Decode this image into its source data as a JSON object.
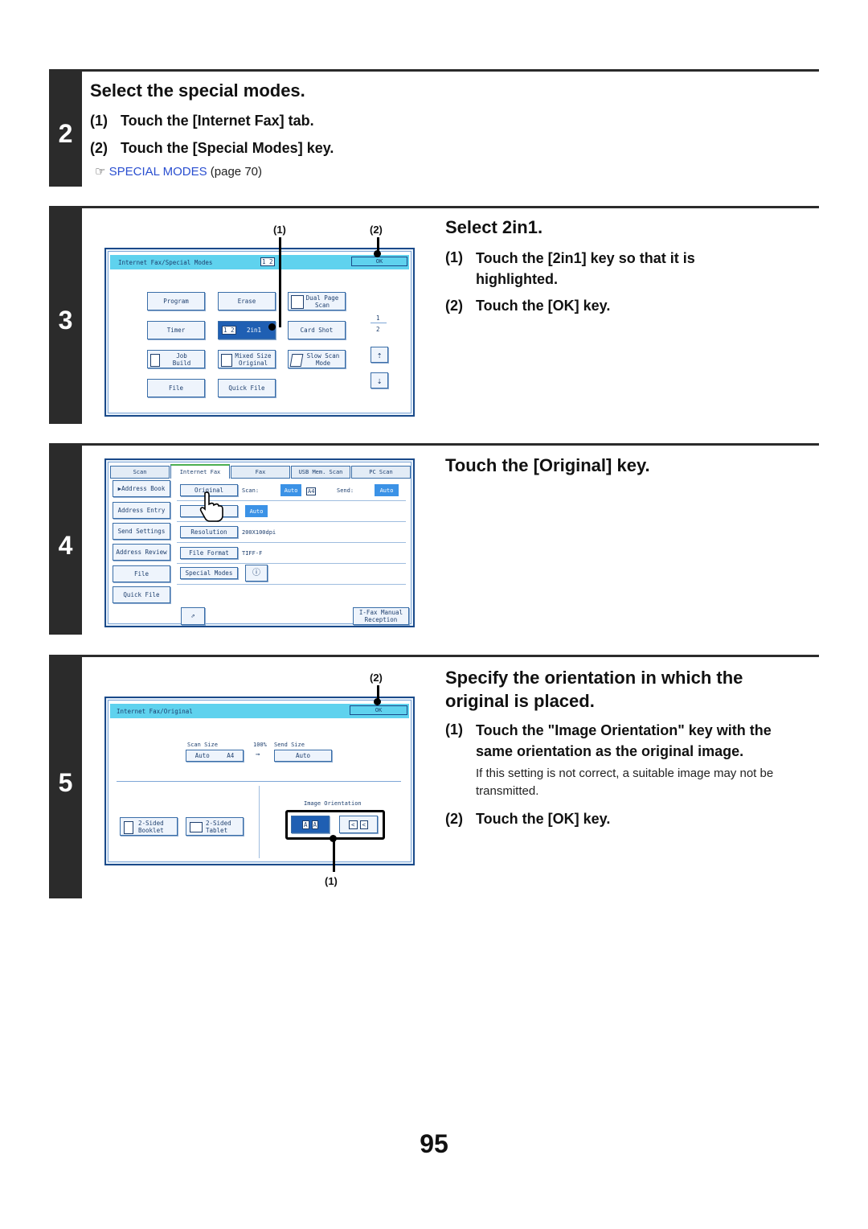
{
  "step2": {
    "number": "2",
    "title": "Select the special modes.",
    "items": [
      {
        "num": "(1)",
        "text": "Touch the [Internet Fax] tab."
      },
      {
        "num": "(2)",
        "text": "Touch the [Special Modes] key."
      }
    ],
    "ref_icon": "☞",
    "ref_link": "SPECIAL MODES",
    "ref_page": "(page 70)"
  },
  "step3": {
    "number": "3",
    "title": "Select 2in1.",
    "items": [
      {
        "num": "(1)",
        "text": "Touch the [2in1] key so that it is highlighted."
      },
      {
        "num": "(2)",
        "text": "Touch the [OK] key."
      }
    ],
    "callouts": [
      "(1)",
      "(2)"
    ],
    "screen": {
      "title": "Internet Fax/Special Modes",
      "page_indicator": "1 2",
      "ok": "OK",
      "buttons": {
        "program": "Program",
        "erase": "Erase",
        "dual_page_scan": "Dual Page Scan",
        "timer": "Timer",
        "twoin1_icon": "1 2",
        "twoin1": "2in1",
        "card_shot": "Card Shot",
        "job_build": "Job Build",
        "mixed_size": "Mixed Size Original",
        "slow_scan": "Slow Scan Mode",
        "file": "File",
        "quick_file": "Quick File"
      },
      "page_num_top": "1",
      "page_num_bottom": "2"
    }
  },
  "step4": {
    "number": "4",
    "title": "Touch the [Original] key.",
    "screen": {
      "tabs": [
        "Scan",
        "Internet Fax",
        "Fax",
        "USB Mem. Scan",
        "PC Scan"
      ],
      "side": [
        "Address Book",
        "Address Entry",
        "Send Settings",
        "Address Review",
        "File",
        "Quick File"
      ],
      "original": "Original",
      "scan_label": "Scan:",
      "scan_value": "Auto",
      "scan_size": "A4",
      "send_label": "Send:",
      "send_value": "Auto",
      "exposure_value": "Auto",
      "resolution": "Resolution",
      "resolution_value": "200X100dpi",
      "file_format": "File Format",
      "file_format_value": "TIFF-F",
      "special_modes": "Special Modes",
      "ifax_manual": "I-Fax Manual Reception"
    }
  },
  "step5": {
    "number": "5",
    "title": "Specify the orientation in which the original is placed.",
    "items": [
      {
        "num": "(1)",
        "text": "Touch the \"Image Orientation\" key with the same orientation as the original image."
      },
      {
        "num": "(2)",
        "text": "Touch the [OK] key."
      }
    ],
    "note": "If this setting is not correct, a suitable image may not be transmitted.",
    "callouts": [
      "(2)",
      "(1)"
    ],
    "screen": {
      "title": "Internet Fax/Original",
      "ok": "OK",
      "scan_size_label": "Scan Size",
      "percent": "100%",
      "send_size_label": "Send Size",
      "scan_auto": "Auto",
      "scan_a4": "A4",
      "send_auto": "Auto",
      "image_orientation": "Image Orientation",
      "booklet": "2-Sided Booklet",
      "tablet": "2-Sided Tablet"
    }
  },
  "page_number": "95"
}
